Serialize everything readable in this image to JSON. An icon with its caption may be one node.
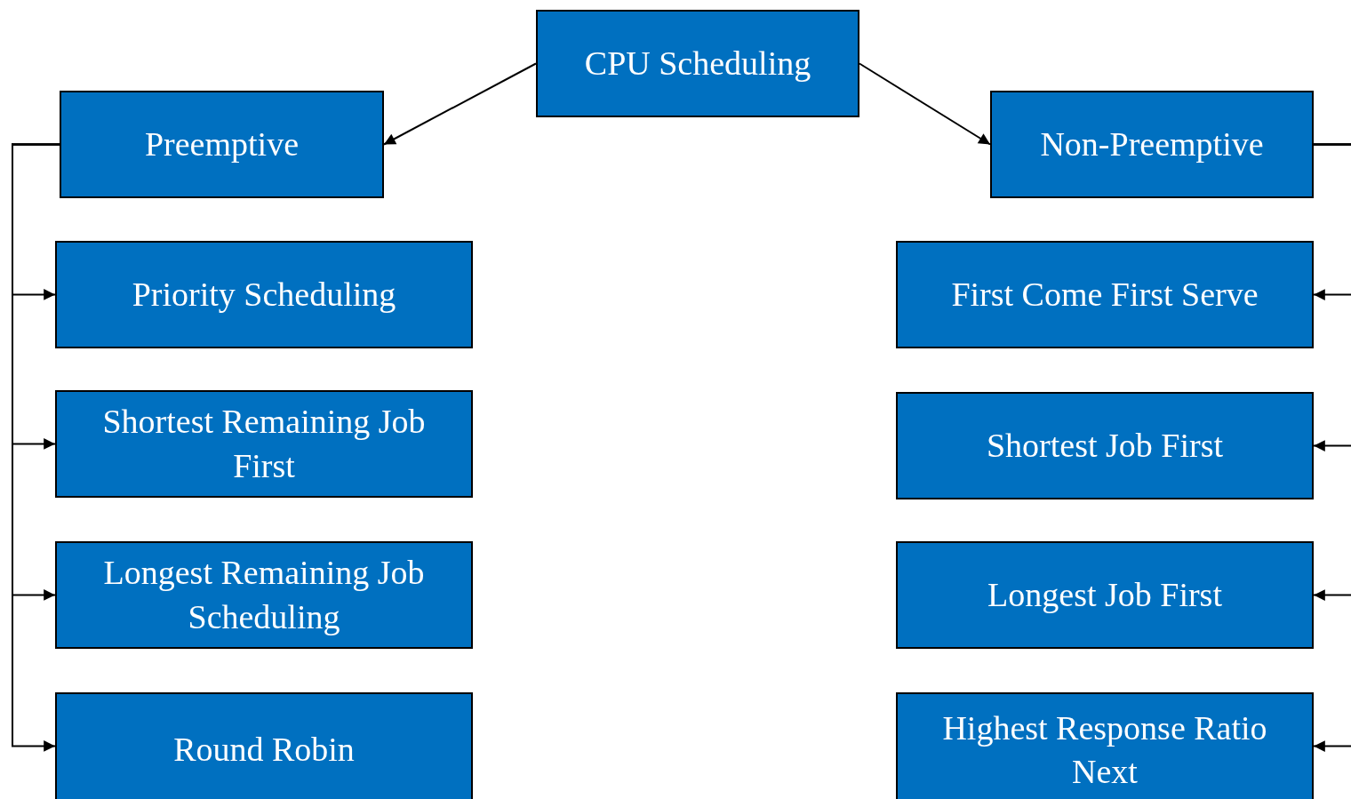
{
  "diagram": {
    "nodes": [
      {
        "text": [
          "CPU Scheduling"
        ]
      },
      {
        "text": [
          "Preemptive"
        ]
      },
      {
        "text": [
          "Non-Preemptive"
        ]
      },
      {
        "text": [
          "Priority Scheduling"
        ]
      },
      {
        "text": [
          "Shortest Remaining Job First"
        ]
      },
      {
        "text": [
          "Longest Remaining Job Scheduling"
        ]
      },
      {
        "text": [
          "Round Robin"
        ]
      },
      {
        "text": [
          "First Come First Serve"
        ]
      },
      {
        "text": [
          "Shortest Job First"
        ]
      },
      {
        "text": [
          "Longest Job First"
        ]
      },
      {
        "text": [
          "Highest Response Ratio Next"
        ]
      }
    ],
    "edges": [
      {
        "from": 0,
        "to": 1,
        "arrow": "to"
      },
      {
        "from": 0,
        "to": 2,
        "arrow": "to"
      },
      {
        "from": 1,
        "to": 3,
        "arrow": "to"
      },
      {
        "from": 1,
        "to": 4,
        "arrow": "to"
      },
      {
        "from": 1,
        "to": 5,
        "arrow": "to"
      },
      {
        "from": 1,
        "to": 6,
        "arrow": "to"
      },
      {
        "from": 2,
        "to": 7,
        "arrow": "to"
      },
      {
        "from": 2,
        "to": 8,
        "arrow": "to"
      },
      {
        "from": 2,
        "to": 9,
        "arrow": "to"
      },
      {
        "from": 2,
        "to": 10,
        "arrow": "to"
      }
    ]
  }
}
